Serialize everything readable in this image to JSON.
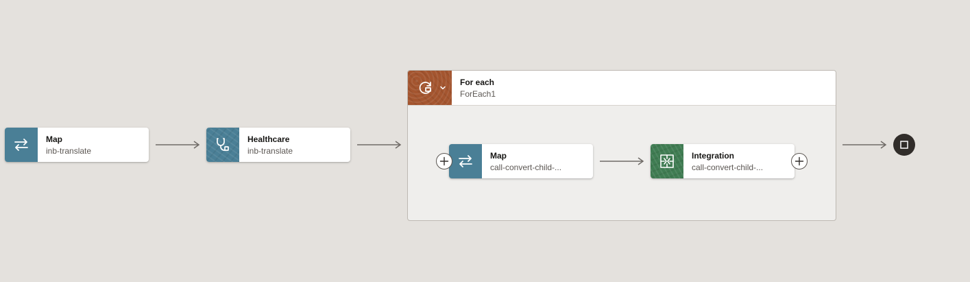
{
  "flow": {
    "nodes": [
      {
        "title": "Map",
        "subtitle": "inb-translate",
        "icon": "swap-arrows-icon"
      },
      {
        "title": "Healthcare",
        "subtitle": "inb-translate",
        "icon": "stethoscope-icon"
      }
    ],
    "foreach": {
      "title": "For each",
      "subtitle": "ForEach1",
      "icon": "loop-icon",
      "children": [
        {
          "title": "Map",
          "subtitle": "call-convert-child-...",
          "icon": "swap-arrows-icon"
        },
        {
          "title": "Integration",
          "subtitle": "call-convert-child-...",
          "icon": "integration-icon"
        }
      ]
    },
    "end": {
      "icon": "stop-square-icon"
    }
  },
  "colors": {
    "canvas": "#e4e1dd",
    "map_teal": "#4a7f96",
    "integration_green": "#3f7c52",
    "foreach_orange": "#a4552f",
    "end_dark": "#312d2a",
    "connector": "#6f6a66"
  }
}
